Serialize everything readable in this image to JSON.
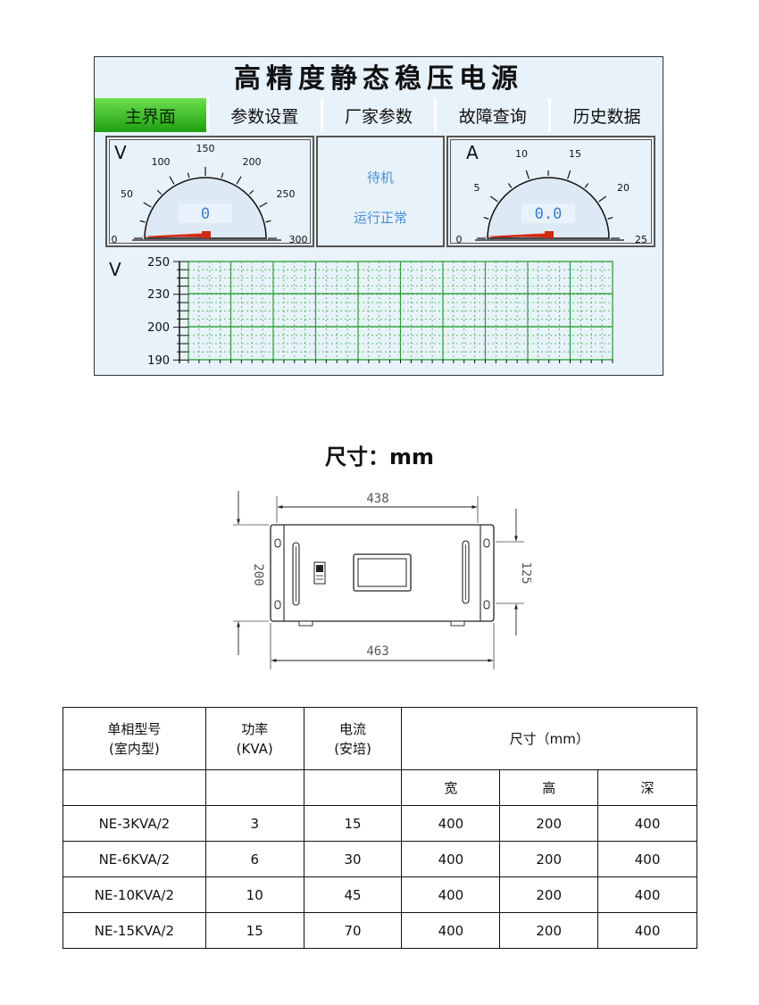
{
  "screen": {
    "title": "高精度静态稳压电源",
    "tabs": [
      "主界面",
      "参数设置",
      "厂家参数",
      "故障查询",
      "历史数据"
    ],
    "voltmeter": {
      "unit": "V",
      "ticks": [
        "0",
        "50",
        "100",
        "150",
        "200",
        "250",
        "300"
      ],
      "reading": "0",
      "value": 0,
      "max": 300
    },
    "status": {
      "line1": "待机",
      "line2": "运行正常"
    },
    "ammeter": {
      "unit": "A",
      "ticks": [
        "0",
        "5",
        "10",
        "15",
        "20",
        "25"
      ],
      "reading": "0.0",
      "value": 0,
      "max": 25
    },
    "trend": {
      "unit": "V",
      "ticks": [
        "250",
        "230",
        "200",
        "190"
      ]
    }
  },
  "dimensions": {
    "title": "尺寸：mm",
    "width_top": "438",
    "width_bottom": "463",
    "height_left": "200",
    "height_right": "125"
  },
  "spec_table": {
    "headers": {
      "model_line1": "单相型号",
      "model_line2": "(室内型)",
      "power_line1": "功率",
      "power_line2": "(KVA)",
      "current_line1": "电流",
      "current_line2": "(安培)",
      "size": "尺寸（mm）",
      "width": "宽",
      "height": "高",
      "depth": "深"
    },
    "rows": [
      [
        "NE-3KVA/2",
        "3",
        "15",
        "400",
        "200",
        "400"
      ],
      [
        "NE-6KVA/2",
        "6",
        "30",
        "400",
        "200",
        "400"
      ],
      [
        "NE-10KVA/2",
        "10",
        "45",
        "400",
        "200",
        "400"
      ],
      [
        "NE-15KVA/2",
        "15",
        "70",
        "400",
        "200",
        "400"
      ]
    ]
  }
}
